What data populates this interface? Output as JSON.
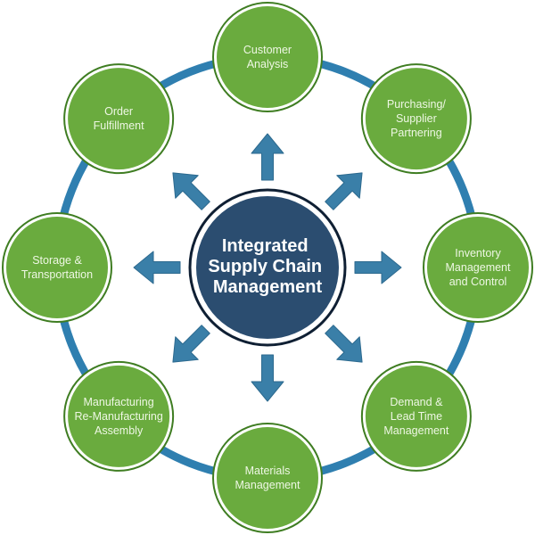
{
  "title": "Integrated Supply Chain Management",
  "center": {
    "lines": [
      "Integrated",
      "Supply Chain",
      "Management"
    ]
  },
  "colors": {
    "ring": "#2f7fb0",
    "arrow": "#3a7fa8",
    "center_fill": "#2b4d70",
    "center_border": "#0f1f33",
    "node_fill": "#6aab3e",
    "node_border": "#3f7d22",
    "node_text": "#eef7e4"
  },
  "nodes": [
    {
      "id": "customer-analysis",
      "lines": [
        "Customer",
        "Analysis"
      ],
      "angle_deg": 0
    },
    {
      "id": "purchasing-supplier-partnering",
      "lines": [
        "Purchasing/",
        "Supplier",
        "Partnering"
      ],
      "angle_deg": 45
    },
    {
      "id": "inventory-management-control",
      "lines": [
        "Inventory",
        "Management",
        "and Control"
      ],
      "angle_deg": 90
    },
    {
      "id": "demand-lead-time-management",
      "lines": [
        "Demand &",
        "Lead Time",
        "Management"
      ],
      "angle_deg": 135
    },
    {
      "id": "materials-management",
      "lines": [
        "Materials",
        "Management"
      ],
      "angle_deg": 180
    },
    {
      "id": "manufacturing-remanufacturing-assembly",
      "lines": [
        "Manufacturing",
        "Re-Manufacturing",
        "Assembly"
      ],
      "angle_deg": 225
    },
    {
      "id": "storage-transportation",
      "lines": [
        "Storage &",
        "Transportation"
      ],
      "angle_deg": 270
    },
    {
      "id": "order-fulfillment",
      "lines": [
        "Order",
        "Fulfillment"
      ],
      "angle_deg": 315
    }
  ],
  "arrows": [
    {
      "direction": "up",
      "angle_deg": 0
    },
    {
      "direction": "up-right",
      "angle_deg": 45
    },
    {
      "direction": "right",
      "angle_deg": 90
    },
    {
      "direction": "down-right",
      "angle_deg": 135
    },
    {
      "direction": "down",
      "angle_deg": 180
    },
    {
      "direction": "down-left",
      "angle_deg": 225
    },
    {
      "direction": "left",
      "angle_deg": 270
    },
    {
      "direction": "up-left",
      "angle_deg": 315
    }
  ]
}
